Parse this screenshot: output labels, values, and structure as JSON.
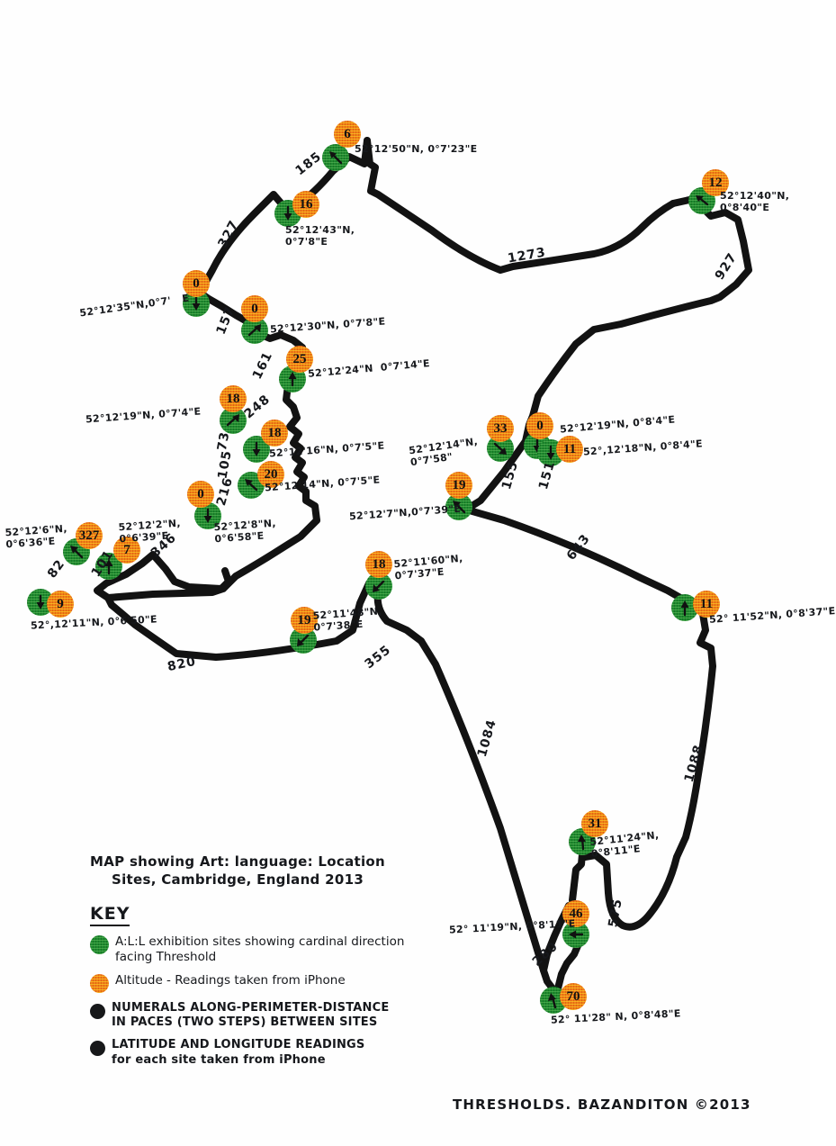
{
  "document": {
    "title_line1": "MAP showing  Art: language: Location",
    "title_line2": "Sites, Cambridge, England 2013",
    "footer": "THRESHOLDS. BAZANDITON ©2013"
  },
  "key": {
    "heading": "KEY",
    "items": [
      {
        "swatch": "green-dot",
        "line1": "A:L:L exhibition sites showing cardinal direction",
        "line2": "facing Threshold"
      },
      {
        "swatch": "orange-dot",
        "line1": "Altitude - Readings taken from iPhone",
        "line2": ""
      },
      {
        "swatch": "black-dot",
        "line1": "NUMERALS ALONG-PERIMETER-DISTANCE",
        "line2": "IN PACES (TWO STEPS) BETWEEN SITES"
      },
      {
        "swatch": "black-dot",
        "line1": "LATITUDE AND LONGITUDE READINGS",
        "line2": "for each site taken from iPhone"
      }
    ]
  },
  "colors": {
    "altitude_marker": "#f07f1a",
    "site_marker": "#1f8a30",
    "route_line": "#111111",
    "ink": "#16181c",
    "paper": "#fefefe"
  },
  "sites": [
    {
      "id": "s6",
      "altitude": "6",
      "direction": "NW",
      "coord": "52°12'50\"N, 0°7'23\"E"
    },
    {
      "id": "s16",
      "altitude": "16",
      "direction": "S",
      "coord": "52°12'43\"N,\n0°7'8\"E"
    },
    {
      "id": "s12",
      "altitude": "12",
      "direction": "NW",
      "coord": "52°12'40\"N,\n0°8'40\"E"
    },
    {
      "id": "s0a",
      "altitude": "0",
      "direction": "S",
      "coord": "52°12'35\"N,0°7'   E"
    },
    {
      "id": "s0b",
      "altitude": "0",
      "direction": "NE",
      "coord": "52°12'30\"N, 0°7'8\"E"
    },
    {
      "id": "s25",
      "altitude": "25",
      "direction": "N",
      "coord": "52°12'24\"N  0°7'14\"E"
    },
    {
      "id": "s18a",
      "altitude": "18",
      "direction": "NE",
      "coord": "52°12'19\"N, 0°7'4\"E"
    },
    {
      "id": "s18b",
      "altitude": "18",
      "direction": "S",
      "coord": "52°12'16\"N, 0°7'5\"E"
    },
    {
      "id": "s20",
      "altitude": "20",
      "direction": "NW",
      "coord": "52°12'14\"N, 0°7'5\"E"
    },
    {
      "id": "s0c",
      "altitude": "0",
      "direction": "S",
      "coord": "52°12'8\"N,\n0°6'58\"E"
    },
    {
      "id": "s327",
      "altitude": "327",
      "direction": "NW",
      "coord": "52°12'6\"N,\n0°6'36\"E"
    },
    {
      "id": "s7",
      "altitude": "7",
      "direction": "N",
      "coord": "52°12'2\"N,\n0°6'39\"E"
    },
    {
      "id": "s9",
      "altitude": "9",
      "direction": "S",
      "coord": "52°,12'11\"N, 0°6'50\"E"
    },
    {
      "id": "s33",
      "altitude": "33",
      "direction": "SE",
      "coord": "52°12'14\"N,\n0°7'58\""
    },
    {
      "id": "s0d",
      "altitude": "0",
      "direction": "S",
      "coord": "52°12'19\"N, 0°8'4\"E"
    },
    {
      "id": "s11a",
      "altitude": "11",
      "direction": "S",
      "coord": "52°,12'18\"N, 0°8'4\"E"
    },
    {
      "id": "s19a",
      "altitude": "19",
      "direction": "NW",
      "coord": "52°12'7\"N,0°7'39\"E"
    },
    {
      "id": "s18c",
      "altitude": "18",
      "direction": "SW",
      "coord": "52°11'60\"N,\n0°7'37\"E"
    },
    {
      "id": "s19b",
      "altitude": "19",
      "direction": "SW",
      "coord": "52°11'48\"N,\n0°7'38\"E"
    },
    {
      "id": "s11b",
      "altitude": "11",
      "direction": "N",
      "coord": "52° 11'52\"N, 0°8'37\"E"
    },
    {
      "id": "s31",
      "altitude": "31",
      "direction": "N",
      "coord": "52°11'24\"N,\n0°8'11\"E"
    },
    {
      "id": "s46",
      "altitude": "46",
      "direction": "W",
      "coord": "52° 11'19\"N, 0°8'11\"E"
    },
    {
      "id": "s70",
      "altitude": "70",
      "direction": "N",
      "coord": "52° 11'28\" N, 0°8'48\"E"
    }
  ],
  "distances": [
    {
      "value": "185",
      "id": "d185"
    },
    {
      "value": "327",
      "id": "d327"
    },
    {
      "value": "1273",
      "id": "d1273"
    },
    {
      "value": "927",
      "id": "d927"
    },
    {
      "value": "157",
      "id": "d157"
    },
    {
      "value": "161",
      "id": "d161"
    },
    {
      "value": "248",
      "id": "d248"
    },
    {
      "value": "73",
      "id": "d73"
    },
    {
      "value": "105",
      "id": "d105"
    },
    {
      "value": "216",
      "id": "d216"
    },
    {
      "value": "346",
      "id": "d346"
    },
    {
      "value": "101",
      "id": "d101"
    },
    {
      "value": "82",
      "id": "d82"
    },
    {
      "value": "155",
      "id": "d155"
    },
    {
      "value": "151",
      "id": "d151"
    },
    {
      "value": "643",
      "id": "d643"
    },
    {
      "value": "820",
      "id": "d820"
    },
    {
      "value": "355",
      "id": "d355"
    },
    {
      "value": "1084",
      "id": "d1084"
    },
    {
      "value": "1088",
      "id": "d1088"
    },
    {
      "value": "575",
      "id": "d575"
    },
    {
      "value": "280",
      "id": "d280"
    }
  ]
}
